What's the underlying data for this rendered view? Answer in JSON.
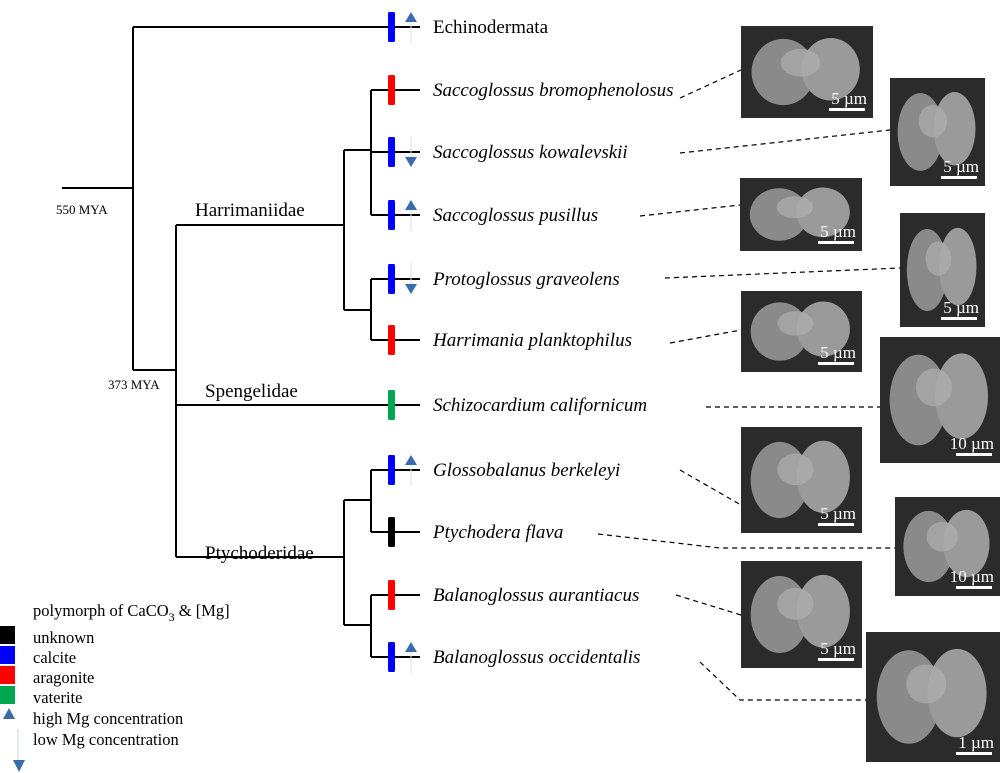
{
  "colors": {
    "unknown": "#000000",
    "calcite": "#0000ff",
    "aragonite": "#ff0000",
    "vaterite": "#00a650",
    "arrow": "#3a6bb0"
  },
  "nodes": {
    "root": "550 MYA",
    "inner": "373 MYA"
  },
  "families": {
    "harrimaniidae": "Harrimaniidae",
    "spengelidae": "Spengelidae",
    "ptychoderidae": "Ptychoderidae"
  },
  "taxa": [
    {
      "name": "Echinodermata",
      "polymorph": "calcite",
      "mg": "high",
      "scale": ""
    },
    {
      "name": "Saccoglossus bromophenolosus",
      "polymorph": "aragonite",
      "mg": "",
      "scale": "5 µm"
    },
    {
      "name": "Saccoglossus kowalevskii",
      "polymorph": "calcite",
      "mg": "low",
      "scale": "5 µm"
    },
    {
      "name": "Saccoglossus pusillus",
      "polymorph": "calcite",
      "mg": "high",
      "scale": "5 µm"
    },
    {
      "name": "Protoglossus graveolens",
      "polymorph": "calcite",
      "mg": "low",
      "scale": "5 µm"
    },
    {
      "name": "Harrimania planktophilus",
      "polymorph": "aragonite",
      "mg": "",
      "scale": "5 µm"
    },
    {
      "name": "Schizocardium californicum",
      "polymorph": "vaterite",
      "mg": "",
      "scale": "10 µm"
    },
    {
      "name": "Glossobalanus berkeleyi",
      "polymorph": "calcite",
      "mg": "high",
      "scale": "5 µm"
    },
    {
      "name": "Ptychodera flava",
      "polymorph": "unknown",
      "mg": "",
      "scale": "10 µm"
    },
    {
      "name": "Balanoglossus aurantiacus",
      "polymorph": "aragonite",
      "mg": "",
      "scale": "5 µm"
    },
    {
      "name": "Balanoglossus occidentalis",
      "polymorph": "calcite",
      "mg": "high",
      "scale": "1 µm"
    }
  ],
  "legend": {
    "title": "polymorph of CaCO",
    "title_sub": "3",
    "title_tail": " & [Mg]",
    "unknown": "unknown",
    "calcite": "calcite",
    "aragonite": "aragonite",
    "vaterite": "vaterite",
    "high": "high Mg concentration",
    "low": "low Mg concentration"
  }
}
